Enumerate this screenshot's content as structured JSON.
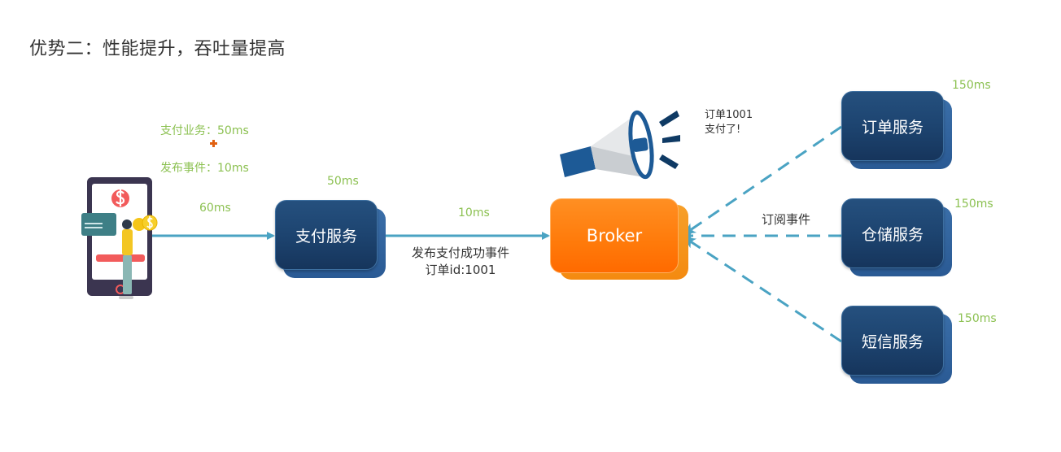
{
  "title": "优势二：性能提升，吞吐量提高",
  "colors": {
    "service_box": "#1d4470",
    "broker_box": "#ff7a0a",
    "arrow": "#4aa3c3",
    "timing_text": "#8cc152",
    "label_text": "#333333"
  },
  "client": {
    "icon": "mobile-payment-illustration",
    "timings": {
      "pay_business": "支付业务：50ms",
      "publish_event": "发布事件：10ms",
      "total": "60ms"
    }
  },
  "payment_service": {
    "label": "支付服务",
    "timing": "50ms"
  },
  "publish_edge": {
    "timing": "10ms",
    "label_line1": "发布支付成功事件",
    "label_line2": "订单id:1001"
  },
  "broker": {
    "label": "Broker",
    "announcement_icon": "megaphone-icon",
    "announcement_line1": "订单1001",
    "announcement_line2": "支付了!"
  },
  "subscribe_label": "订阅事件",
  "subscribers": [
    {
      "label": "订单服务",
      "timing": "150ms"
    },
    {
      "label": "仓储服务",
      "timing": "150ms"
    },
    {
      "label": "短信服务",
      "timing": "150ms"
    }
  ]
}
